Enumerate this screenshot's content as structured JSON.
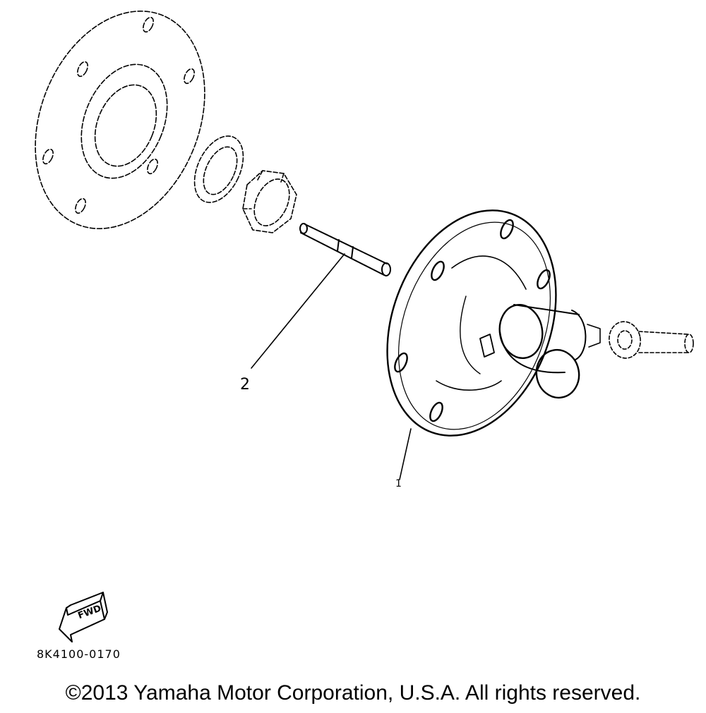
{
  "callouts": [
    {
      "label": "1"
    },
    {
      "label": "2"
    }
  ],
  "fwd_badge": {
    "text": "FWD",
    "icon": "fwd-arrow-icon"
  },
  "drawing_code": "8K4100-0170",
  "copyright": "©2013 Yamaha Motor Corporation, U.S.A. All rights reserved."
}
